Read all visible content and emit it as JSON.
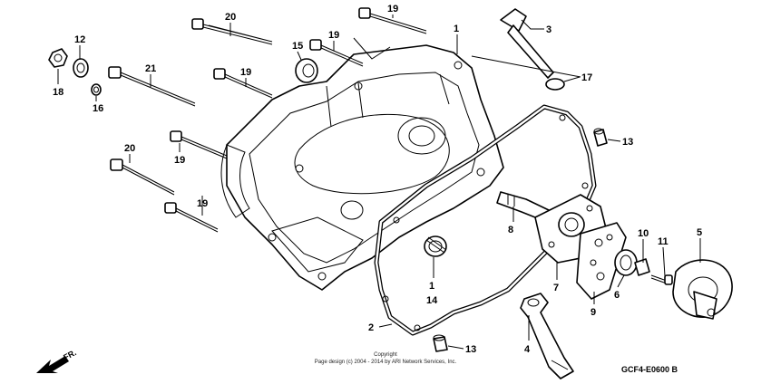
{
  "callouts": [
    "1",
    "2",
    "3",
    "4",
    "5",
    "6",
    "7",
    "8",
    "9",
    "10",
    "11",
    "12",
    "13",
    "14",
    "15",
    "16",
    "17",
    "18",
    "19",
    "20",
    "21"
  ],
  "footer": {
    "copyright": "Copyright",
    "credit": "Page design (c) 2004 - 2014 by ARI Network Services, Inc.",
    "diagram_code": "GCF4-E0600 B",
    "front_label": "FR."
  }
}
